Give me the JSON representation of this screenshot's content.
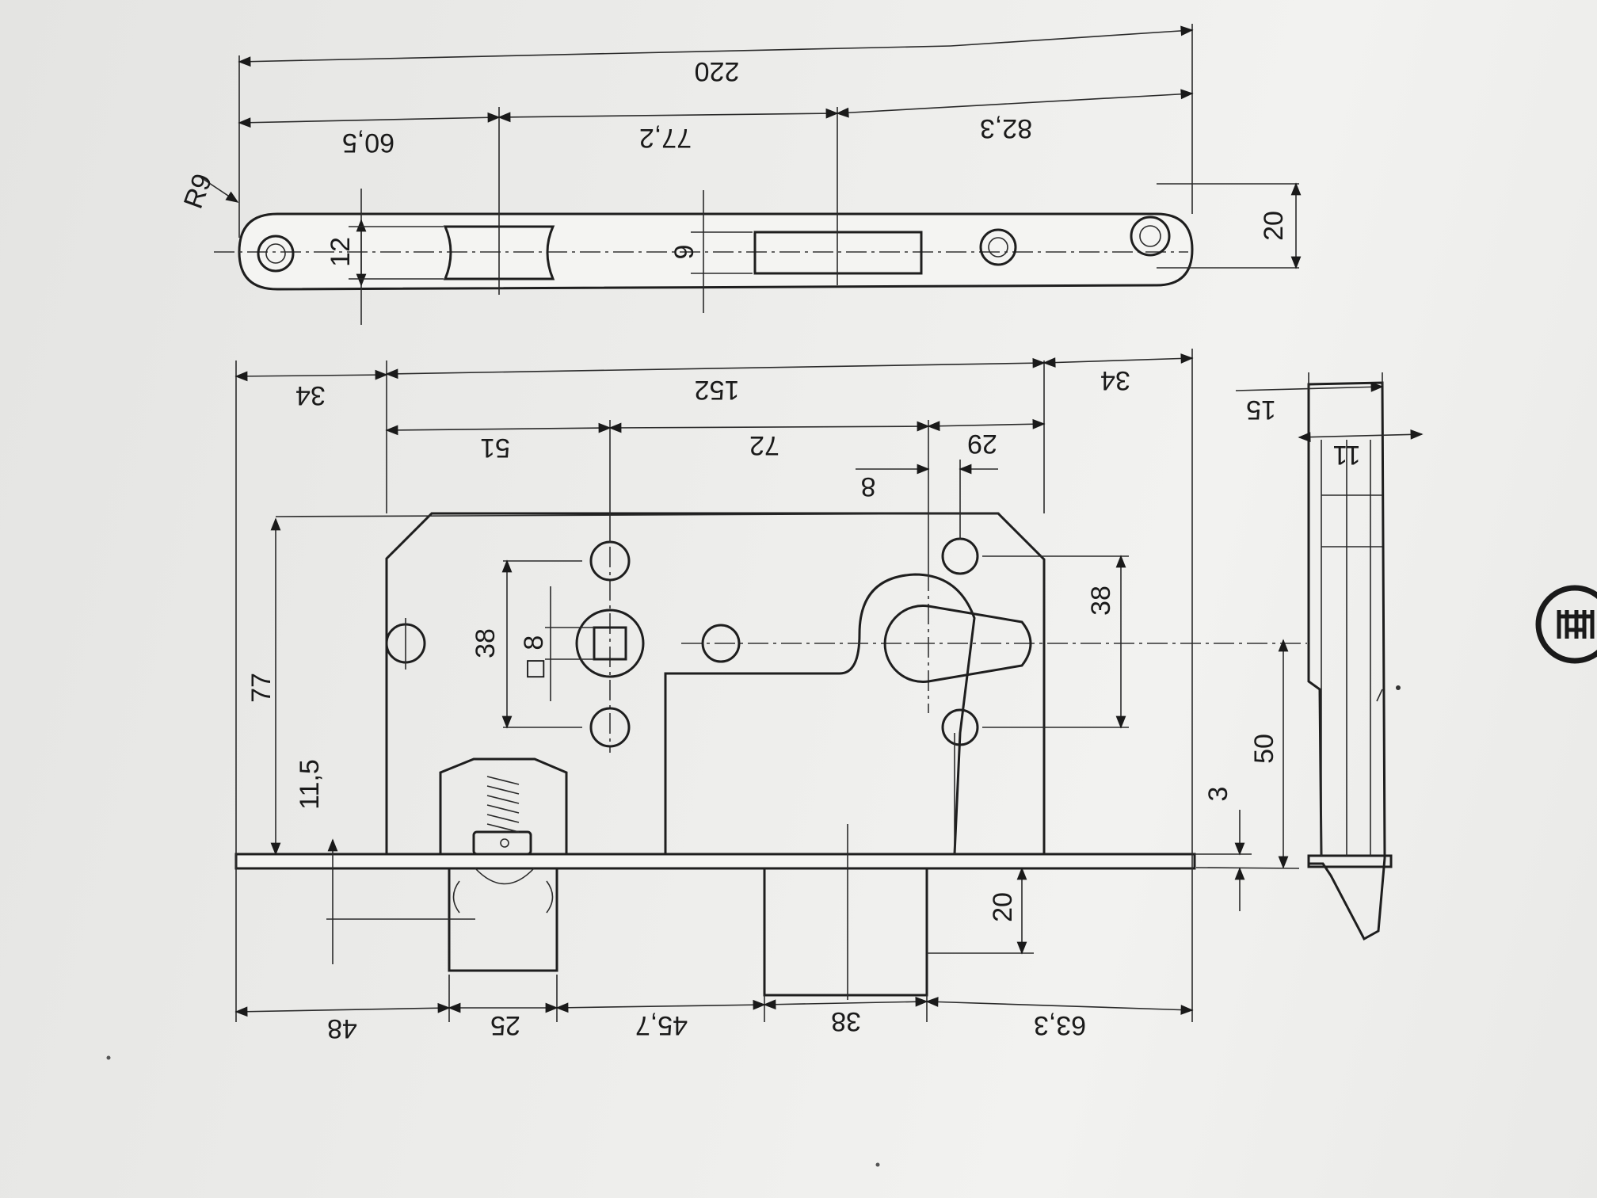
{
  "faceplate": {
    "radius_label": "R9",
    "overall_length": "220",
    "seg_1": "60,5",
    "seg_2": "77,2",
    "seg_3": "82,3",
    "hole_spacing": "12",
    "slot_height": "9",
    "plate_width": "20"
  },
  "body": {
    "left_margin": "34",
    "main_width": "152",
    "right_margin": "34",
    "to_follower": "51",
    "follower_to_cyl": "72",
    "cyl_to_edge": "29",
    "cyl_offset": "8",
    "height_77": "77",
    "offset_11_5": "11,5",
    "spindle_pitch": "38",
    "square": "◻ 8",
    "cyl_pitch": "38",
    "backset": "50",
    "plate_step": "3",
    "bolt_depth": "20"
  },
  "bottom_row": {
    "d1": "48",
    "d2": "25",
    "d3": "45,7",
    "d4": "38",
    "d5": "63,3"
  },
  "side_view": {
    "width_15": "15",
    "width_11": "11"
  }
}
